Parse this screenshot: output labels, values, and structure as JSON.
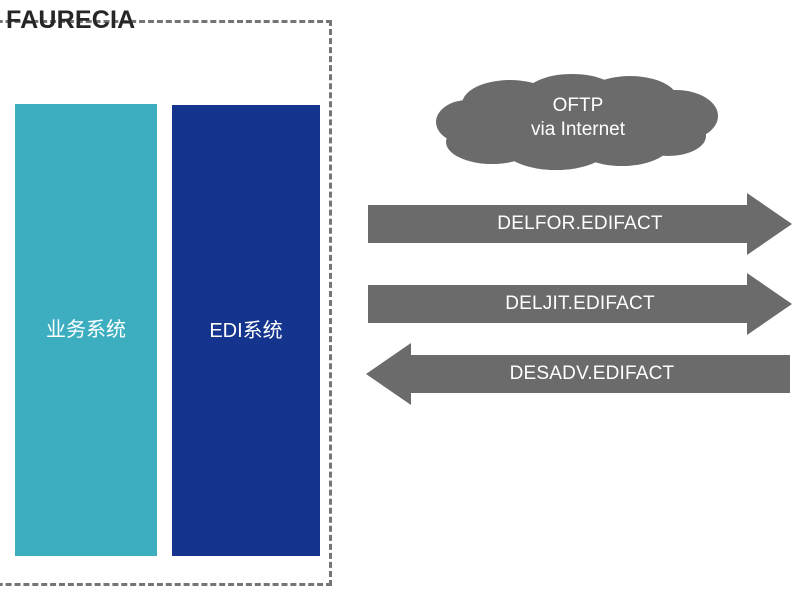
{
  "diagram": {
    "type": "edi-message-flow",
    "company": {
      "name": "FAURECIA",
      "boundary_style": "dashed"
    },
    "systems": [
      {
        "id": "business-system",
        "label": "业务系统",
        "color": "#3daec0"
      },
      {
        "id": "edi-system",
        "label": "EDI系统",
        "color": "#14348e"
      }
    ],
    "network": {
      "id": "oftp-cloud",
      "line1": "OFTP",
      "line2": "via Internet",
      "color": "#6b6b6b"
    },
    "flows": [
      {
        "id": "delfor",
        "label": "DELFOR.EDIFACT",
        "direction": "right",
        "color": "#6b6b6b"
      },
      {
        "id": "deljit",
        "label": "DELJIT.EDIFACT",
        "direction": "right",
        "color": "#6b6b6b"
      },
      {
        "id": "desadv",
        "label": "DESADV.EDIFACT",
        "direction": "left",
        "color": "#6b6b6b"
      }
    ]
  }
}
